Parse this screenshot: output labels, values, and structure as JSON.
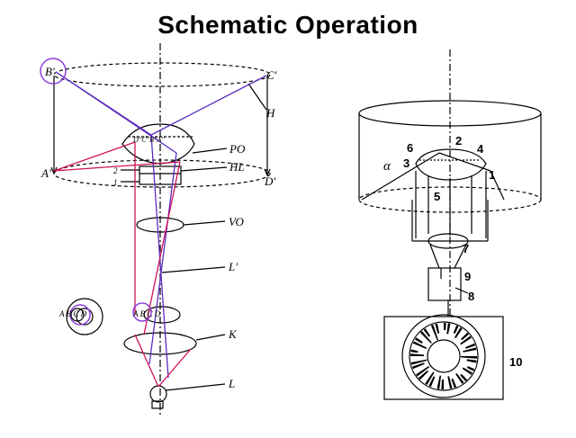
{
  "title": "Schematic Operation",
  "colors": {
    "ink": "#000000",
    "blue_ray": "#5b2dbf",
    "red_ray": "#d0105a",
    "highlight": "#8a3fd9"
  },
  "left": {
    "labels": {
      "b_prime": "B'",
      "c_prime": "C'",
      "h": "H",
      "a_prime": "A'",
      "d_prime": "D'",
      "po": "PO",
      "hl": "HL",
      "vo": "VO",
      "l_prime": "L'",
      "k": "K",
      "l": "L",
      "lens_top": "D''C''B''A''",
      "small_2": "2",
      "small_1": "1",
      "abcd_left": "A B C D",
      "abcd_right": "A B C D"
    }
  },
  "right": {
    "labels": {
      "n1": "1",
      "n2": "2",
      "n3": "3",
      "n4": "4",
      "n5": "5",
      "n6": "6",
      "n7": "7",
      "n8": "8",
      "n9": "9",
      "n10": "10",
      "alpha": "α"
    }
  }
}
